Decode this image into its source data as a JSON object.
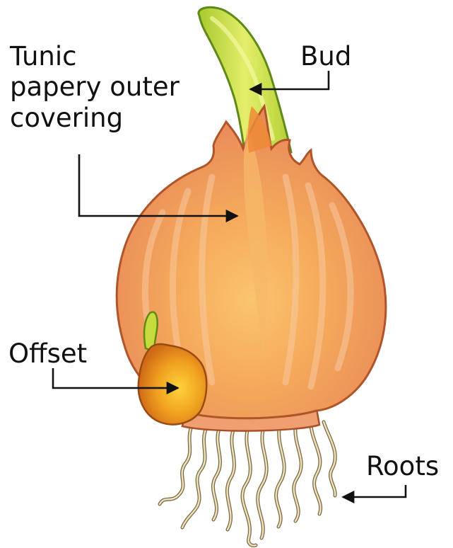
{
  "labels": {
    "tunic_line1": "Tunic",
    "tunic_line2": "papery outer",
    "tunic_line3": "covering",
    "bud": "Bud",
    "offset": "Offset",
    "roots": "Roots"
  },
  "colors": {
    "bud_green": "#c6dc3c",
    "bud_outline": "#5f8a18",
    "bulb_orange": "#f2a15f",
    "bulb_outline": "#b0552a",
    "offset_orange": "#e8861a",
    "root_color": "#c9b88a"
  }
}
